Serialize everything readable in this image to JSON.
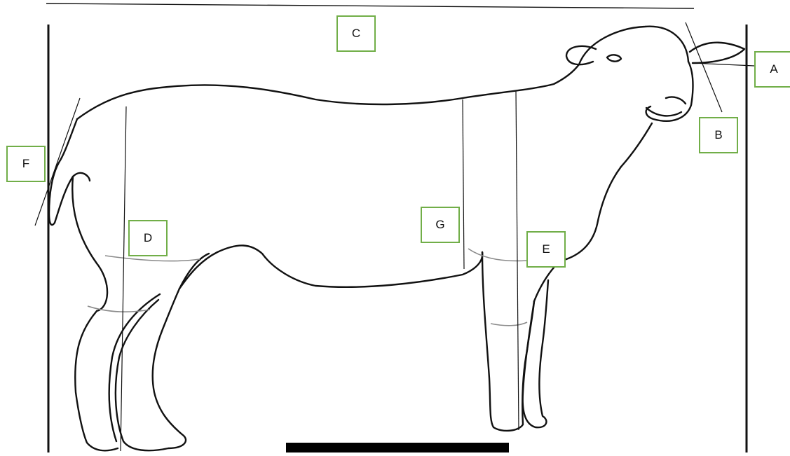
{
  "diagram": {
    "labels": {
      "A": "A",
      "B": "B",
      "C": "C",
      "D": "D",
      "E": "E",
      "F": "F",
      "G": "G"
    },
    "colors": {
      "label_border": "#71ae48",
      "line": "#111111",
      "bar": "#000000"
    }
  }
}
